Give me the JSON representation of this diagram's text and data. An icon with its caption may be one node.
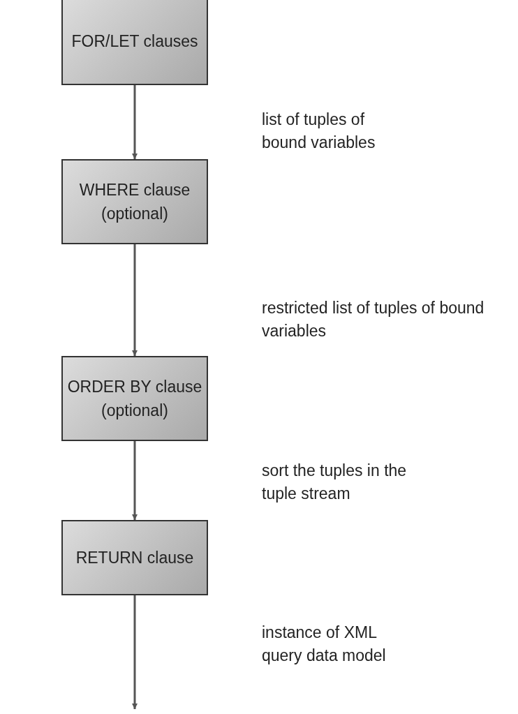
{
  "diagram": {
    "nodes": [
      {
        "text": [
          "FOR/LET clauses"
        ]
      },
      {
        "text": [
          "WHERE clause (optional)"
        ]
      },
      {
        "text": [
          "ORDER BY clause (optional)"
        ]
      },
      {
        "text": [
          "RETURN clause"
        ]
      }
    ],
    "edges": [
      {
        "from": 0,
        "to": 1,
        "arrow": "to"
      },
      {
        "from": 1,
        "to": 2,
        "arrow": "to"
      },
      {
        "from": 2,
        "to": 3,
        "arrow": "to"
      },
      {
        "from": 3,
        "to": null,
        "arrow": "to"
      }
    ],
    "labels": [
      "list of tuples of bound variables",
      "restricted list of tuples of bound variables",
      "sort the tuples in the tuple stream",
      "instance of XML query data model"
    ]
  }
}
